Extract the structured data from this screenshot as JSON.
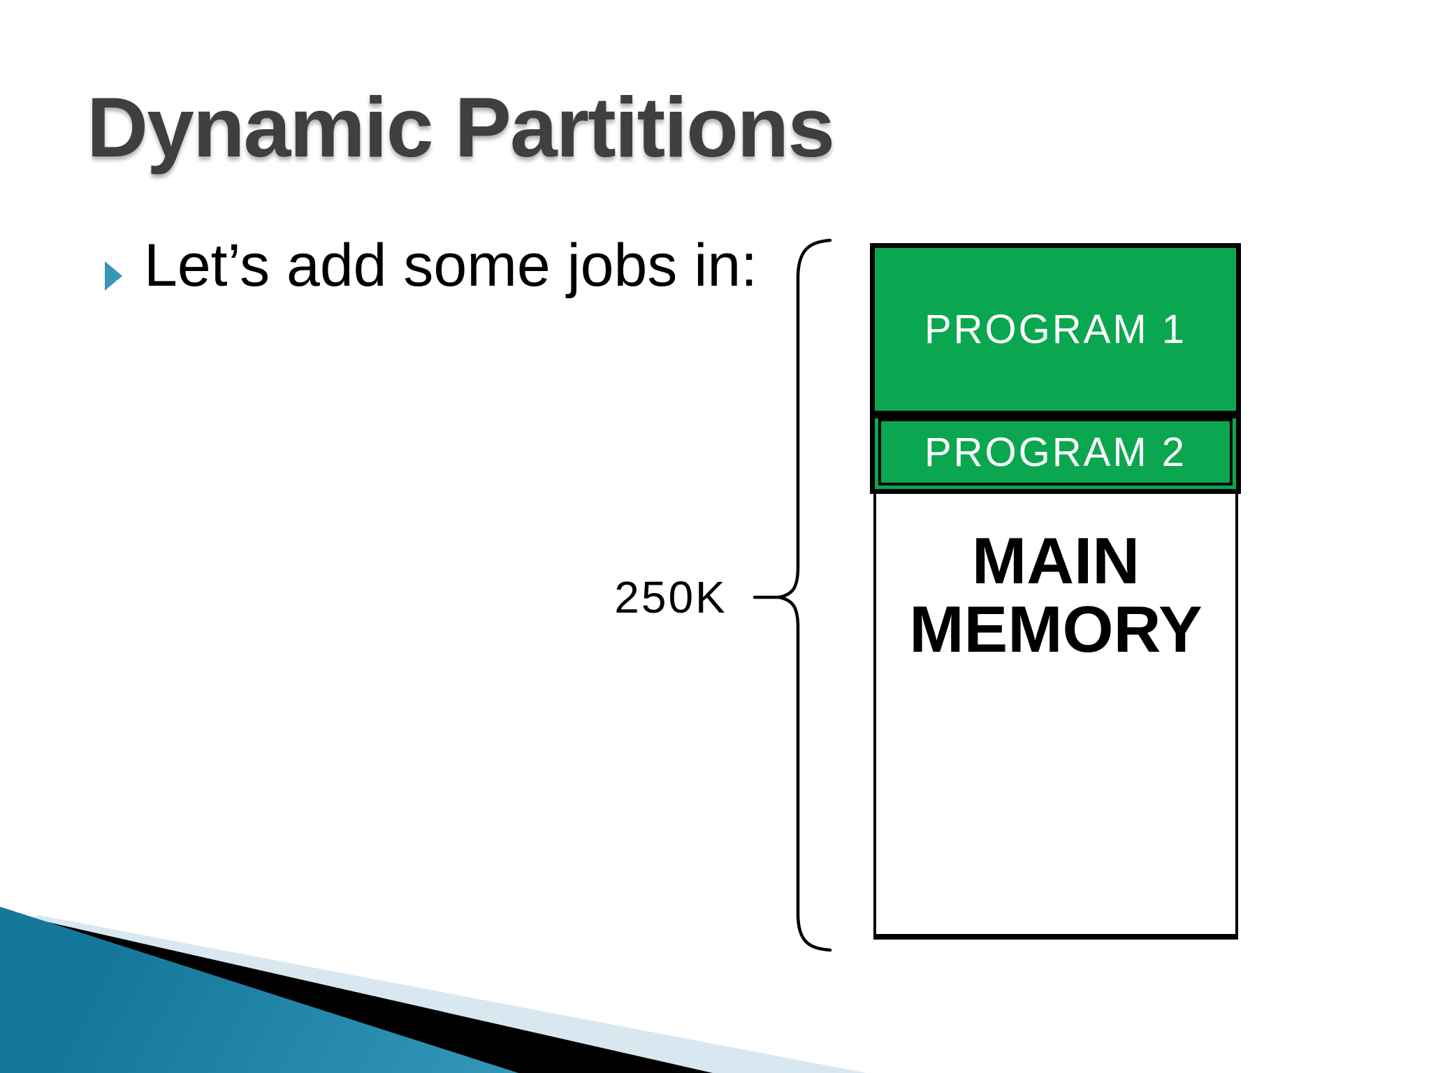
{
  "slide": {
    "title": "Dynamic Partitions",
    "bullet_text": "Let’s add some jobs in:",
    "size_label": "250K",
    "diagram": {
      "program1_label": "PROGRAM 1",
      "program2_label": "PROGRAM 2",
      "memory_label": "MAIN MEMORY"
    },
    "colors": {
      "title_gray": "#3F3F41",
      "bullet_triangle": "#3996B8",
      "partition_green": "#0BA750",
      "decor_teal_dark": "#15789B",
      "decor_teal_light": "#41A5C6",
      "decor_pale_blue": "#D9E7F1",
      "decor_black": "#000000"
    }
  }
}
